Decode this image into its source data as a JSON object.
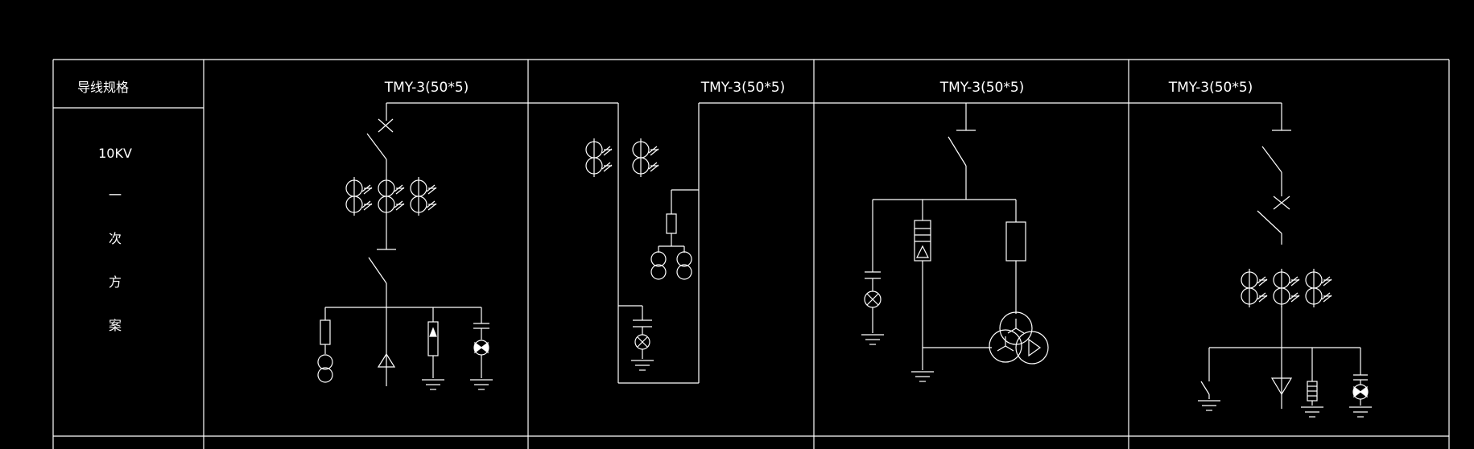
{
  "header": {
    "col0_title": "导线规格",
    "bus_specs": [
      "TMY-3(50*5)",
      "TMY-3(50*5)",
      "TMY-3(50*5)",
      "TMY-3(50*5)"
    ]
  },
  "side_label": {
    "voltage": "10KV",
    "chars": [
      "一",
      "次",
      "方",
      "案"
    ]
  },
  "colors": {
    "background": "#000000",
    "line": "#ffffff"
  }
}
